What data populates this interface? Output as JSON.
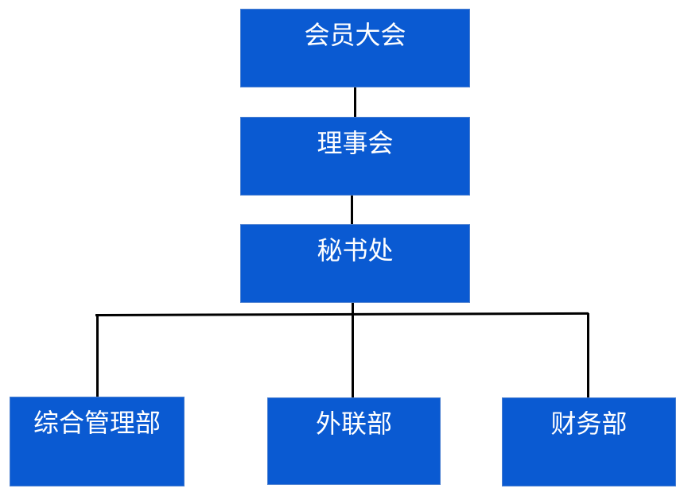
{
  "org_chart": {
    "levels": {
      "assembly": "会员大会",
      "council": "理事会",
      "secretariat": "秘书处"
    },
    "departments": [
      "综合管理部",
      "外联部",
      "财务部"
    ],
    "colors": {
      "box_fill": "#0a5ad2",
      "box_text": "#ffffff",
      "connector": "#000000"
    }
  }
}
